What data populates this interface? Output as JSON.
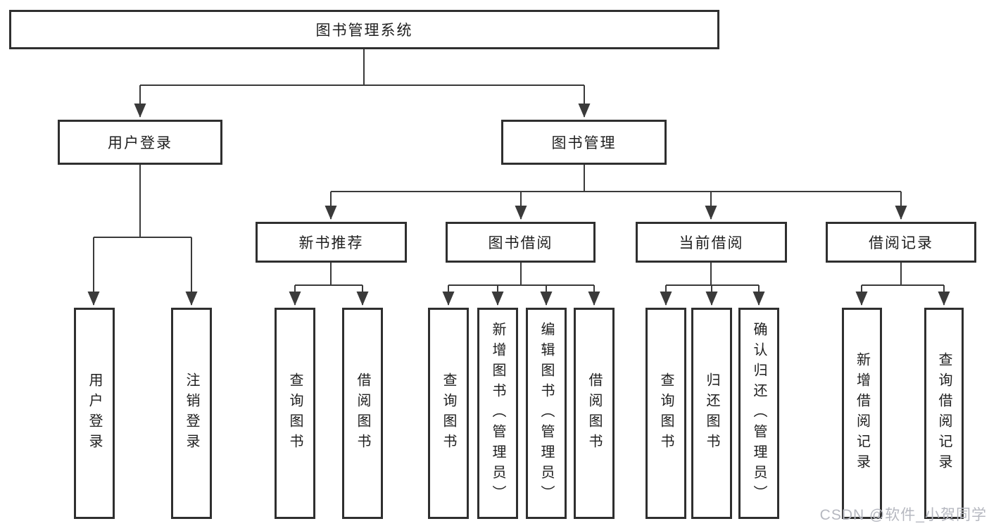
{
  "colors": {
    "background": "#ffffff",
    "box_border": "#2f2f2f",
    "line": "#3a3a3a",
    "text": "#1f1f1f",
    "watermark": "#b6b8c0"
  },
  "tree": {
    "root": {
      "label": "图书管理系统"
    },
    "level2": [
      {
        "label": "用户登录",
        "parent": "图书管理系统"
      },
      {
        "label": "图书管理",
        "parent": "图书管理系统"
      }
    ],
    "level3": [
      {
        "label": "新书推荐",
        "parent": "图书管理"
      },
      {
        "label": "图书借阅",
        "parent": "图书管理"
      },
      {
        "label": "当前借阅",
        "parent": "图书管理"
      },
      {
        "label": "借阅记录",
        "parent": "图书管理"
      }
    ],
    "leaves": [
      {
        "label": "用户登录",
        "parent": "用户登录"
      },
      {
        "label": "注销登录",
        "parent": "用户登录"
      },
      {
        "label": "查询图书",
        "parent": "新书推荐"
      },
      {
        "label": "借阅图书",
        "parent": "新书推荐"
      },
      {
        "label": "查询图书",
        "parent": "图书借阅"
      },
      {
        "label": "新增图书（管理员）",
        "parent": "图书借阅"
      },
      {
        "label": "编辑图书（管理员）",
        "parent": "图书借阅"
      },
      {
        "label": "借阅图书",
        "parent": "图书借阅"
      },
      {
        "label": "查询图书",
        "parent": "当前借阅"
      },
      {
        "label": "归还图书",
        "parent": "当前借阅"
      },
      {
        "label": "确认归还（管理员）",
        "parent": "当前借阅"
      },
      {
        "label": "新增借阅记录",
        "parent": "借阅记录"
      },
      {
        "label": "查询借阅记录",
        "parent": "借阅记录"
      }
    ]
  },
  "watermark": {
    "text": "CSDN @软件_小贺同学"
  }
}
